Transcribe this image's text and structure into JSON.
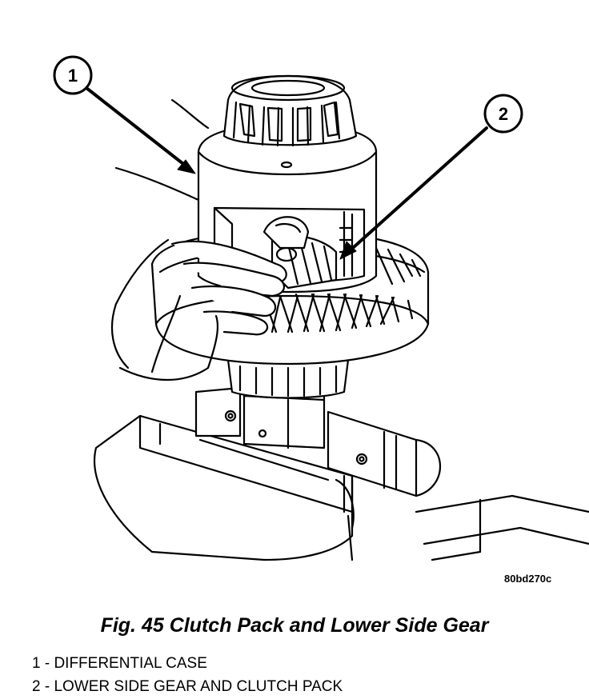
{
  "figure": {
    "code": "80bd270c",
    "title": "Fig. 45 Clutch Pack and Lower Side Gear"
  },
  "callouts": [
    {
      "number": "1"
    },
    {
      "number": "2"
    }
  ],
  "legend": [
    {
      "text": "1 - DIFFERENTIAL CASE"
    },
    {
      "text": "2 - LOWER SIDE GEAR AND CLUTCH PACK"
    }
  ]
}
